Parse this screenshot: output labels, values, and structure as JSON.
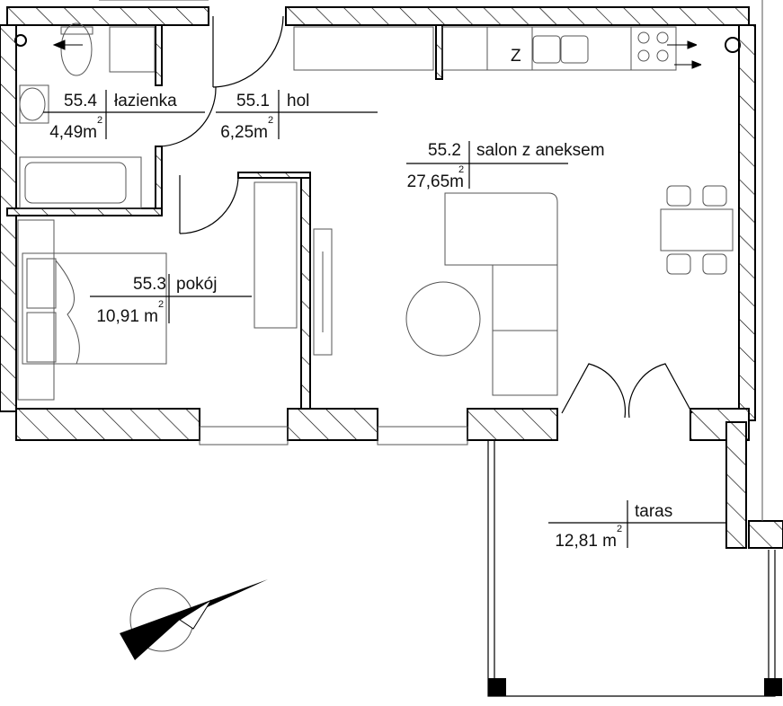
{
  "rooms": [
    {
      "number": "55.4",
      "name": "łazienka",
      "area": "4,49m",
      "unit_sup": "2"
    },
    {
      "number": "55.1",
      "name": "hol",
      "area": "6,25m",
      "unit_sup": "2"
    },
    {
      "number": "55.2",
      "name": "salon z aneksem",
      "area": "27,65m",
      "unit_sup": "2"
    },
    {
      "number": "55.3",
      "name": "pokój",
      "area": "10,91 m",
      "unit_sup": "2"
    }
  ],
  "terrace": {
    "name": "taras",
    "area": "12,81 m",
    "unit_sup": "2"
  },
  "kitchen_marker": "Z",
  "colors": {
    "line": "#000000",
    "furniture": "#555555",
    "background": "#ffffff"
  }
}
